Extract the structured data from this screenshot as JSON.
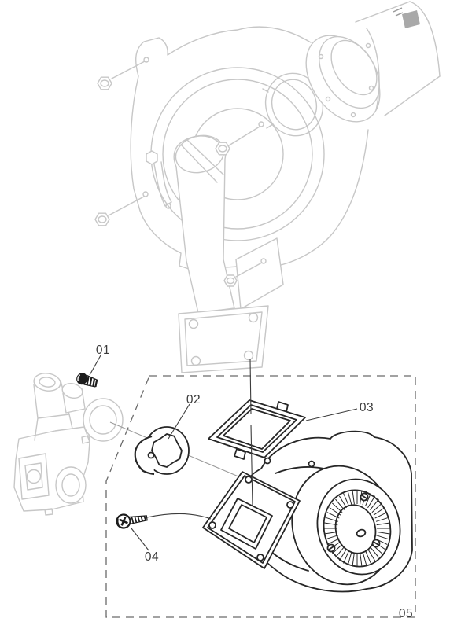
{
  "callouts": [
    {
      "id": "part-01",
      "label": "01"
    },
    {
      "id": "part-02",
      "label": "02"
    },
    {
      "id": "part-03",
      "label": "03"
    },
    {
      "id": "part-04",
      "label": "04"
    },
    {
      "id": "part-05",
      "label": "05"
    }
  ],
  "colors": {
    "background": "#ffffff",
    "ghost_line": "#c7c7c7",
    "part_line": "#262626",
    "label_text": "#3a3a3a",
    "boundary_dash": "#6a6a6a",
    "motor_label_fill": "#a9a9a9"
  }
}
